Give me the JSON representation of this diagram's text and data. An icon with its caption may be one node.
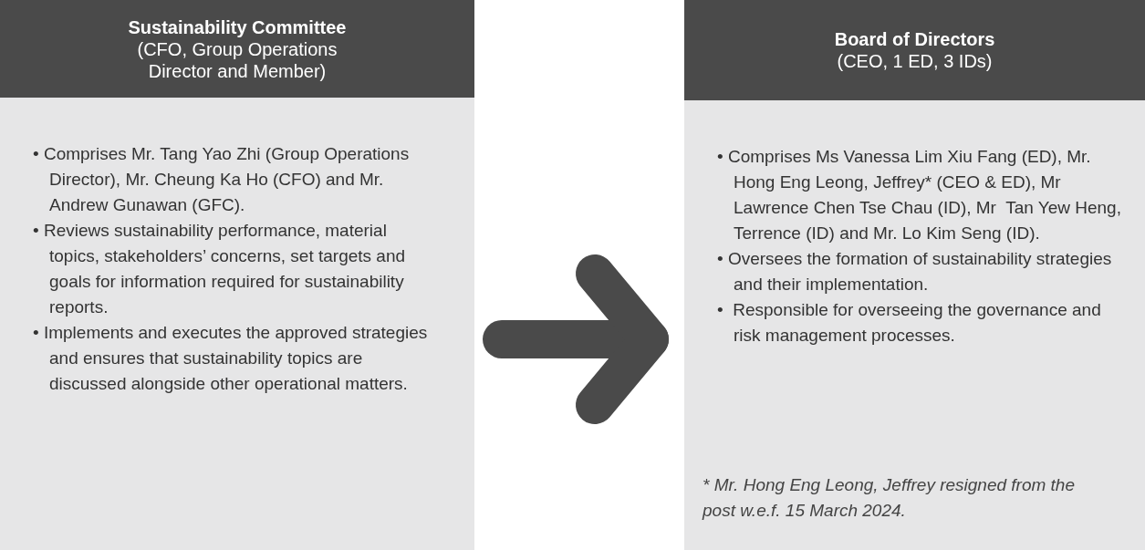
{
  "diagram": {
    "nodes": [
      {
        "text": [
          "Sustainability Committee",
          "(CFO, Group Operations Director and Member)",
          "• Comprises Mr. Tang Yao Zhi (Group Operations Director), Mr. Cheung Ka Ho (CFO) and Mr. Andrew Gunawan (GFC).",
          "• Reviews sustainability performance, material topics, stakeholders’ concerns, set targets and goals for information required for sustainability reports.",
          "• Implements and executes the approved strategies and ensures that sustainability topics are discussed alongside other operational matters."
        ]
      },
      {
        "text": [
          "Board of Directors",
          "(CEO, 1 ED, 3 IDs)",
          "• Comprises Ms Vanessa Lim Xiu Fang (ED), Mr. Hong Eng Leong, Jeffrey* (CEO & ED), Mr Lawrence Chen Tse Chau (ID), Mr  Tan Yew Heng, Terrence (ID) and Mr. Lo Kim Seng (ID).",
          "• Oversees the formation of sustainability strategies and their implementation.",
          "•  Responsible for overseeing the governance and risk management processes."
        ]
      }
    ],
    "edges": [
      {
        "from": 0,
        "to": 1,
        "arrow": "to"
      }
    ],
    "labels": [
      "* Mr. Hong Eng Leong, Jeffrey resigned from the post w.e.f. 15 March 2024."
    ]
  }
}
